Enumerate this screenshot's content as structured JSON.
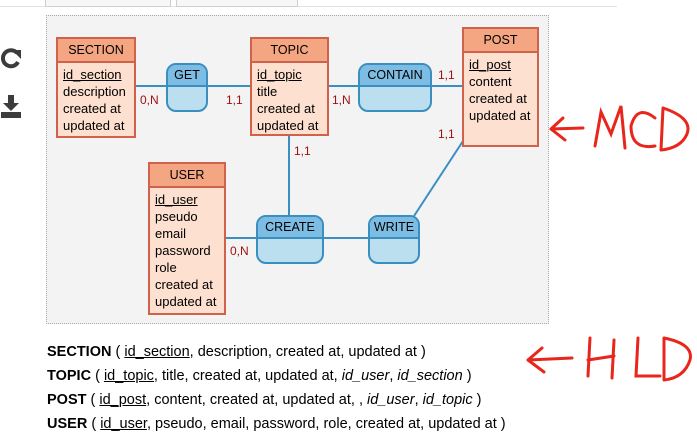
{
  "toolbar": {
    "icons": [
      "refresh-icon",
      "download-icon"
    ]
  },
  "diagram": {
    "entities": {
      "section": {
        "name": "SECTION",
        "key": "id_section",
        "attrs": [
          "description",
          "created at",
          "updated at"
        ]
      },
      "topic": {
        "name": "TOPIC",
        "key": "id_topic",
        "attrs": [
          "title",
          "created at",
          "updated at"
        ]
      },
      "post": {
        "name": "POST",
        "key": "id_post",
        "attrs": [
          "content",
          "created at",
          "updated at"
        ]
      },
      "user": {
        "name": "USER",
        "key": "id_user",
        "attrs": [
          "pseudo",
          "email",
          "password",
          "role",
          "created at",
          "updated at"
        ]
      }
    },
    "associations": {
      "get": "GET",
      "contain": "CONTAIN",
      "create": "CREATE",
      "write": "WRITE"
    },
    "cardinalities": {
      "section_get": "0,N",
      "get_topic": "1,1",
      "topic_contain": "1,N",
      "contain_post": "1,1",
      "post_write": "1,1",
      "topic_create": "1,1",
      "user_create": "0,N"
    }
  },
  "annotations": {
    "mcd": "MCD",
    "mld": "MLD",
    "color": "#e8261c"
  },
  "mld": {
    "rows": [
      {
        "table": "SECTION",
        "open": " ( ",
        "key": "id_section",
        "rest": ", description, created at, updated at",
        "fks": [],
        "close": " )"
      },
      {
        "table": "TOPIC",
        "open": " ( ",
        "key": "id_topic",
        "rest": ", title, created at, updated at, ",
        "fks": [
          "id_user",
          "id_section"
        ],
        "close": " )"
      },
      {
        "table": "POST",
        "open": " ( ",
        "key": "id_post",
        "rest": ", content, created at, updated at, , ",
        "fks": [
          "id_user",
          "id_topic"
        ],
        "close": " )"
      },
      {
        "table": "USER",
        "open": " ( ",
        "key": "id_user",
        "rest": ", pseudo, email, password, role, created at, updated at",
        "fks": [],
        "close": " )"
      }
    ],
    "fk_separator": ", "
  }
}
